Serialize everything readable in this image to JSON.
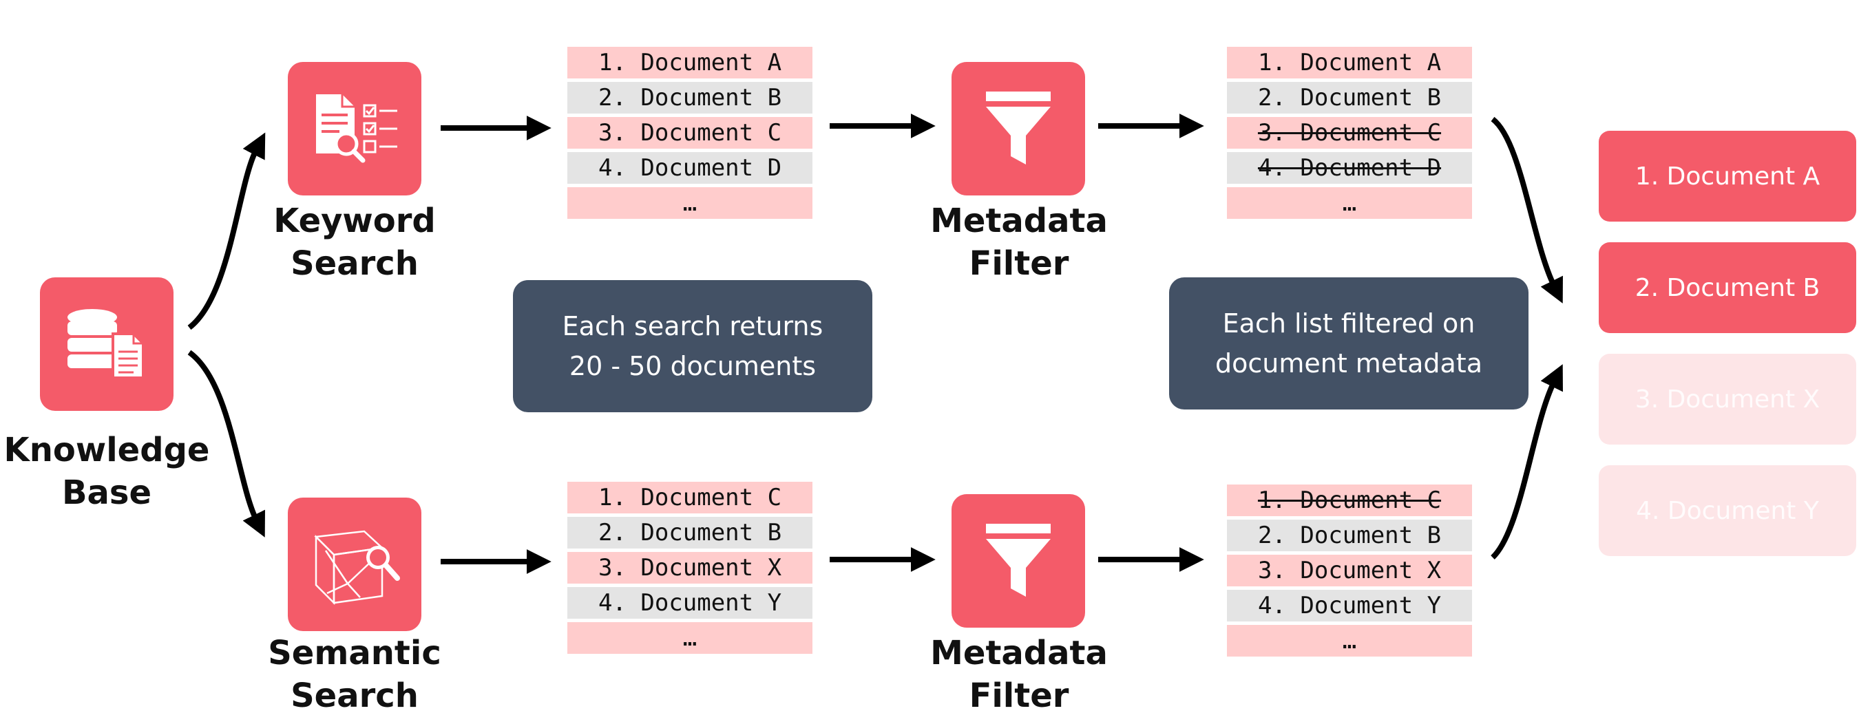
{
  "nodes": {
    "knowledge_base": {
      "line1": "Knowledge",
      "line2": "Base"
    },
    "keyword_search": {
      "line1": "Keyword",
      "line2": "Search"
    },
    "semantic_search": {
      "line1": "Semantic",
      "line2": "Search"
    },
    "filter_top": {
      "line1": "Metadata",
      "line2": "Filter"
    },
    "filter_bottom": {
      "line1": "Metadata",
      "line2": "Filter"
    }
  },
  "lists": {
    "keyword_results": [
      {
        "text": "1. Document A",
        "struck": false
      },
      {
        "text": "2. Document B",
        "struck": false
      },
      {
        "text": "3. Document C",
        "struck": false
      },
      {
        "text": "4. Document D",
        "struck": false
      },
      {
        "text": "…",
        "struck": false
      }
    ],
    "semantic_results": [
      {
        "text": "1. Document C",
        "struck": false
      },
      {
        "text": "2. Document B",
        "struck": false
      },
      {
        "text": "3. Document X",
        "struck": false
      },
      {
        "text": "4. Document Y",
        "struck": false
      },
      {
        "text": "…",
        "struck": false
      }
    ],
    "keyword_filtered": [
      {
        "text": "1. Document A",
        "struck": false
      },
      {
        "text": "2. Document B",
        "struck": false
      },
      {
        "text": "3. Document C",
        "struck": true
      },
      {
        "text": "4. Document D",
        "struck": true
      },
      {
        "text": "…",
        "struck": false
      }
    ],
    "semantic_filtered": [
      {
        "text": "1. Document C",
        "struck": true
      },
      {
        "text": "2. Document B",
        "struck": false
      },
      {
        "text": "3. Document X",
        "struck": false
      },
      {
        "text": "4. Document Y",
        "struck": false
      },
      {
        "text": "…",
        "struck": false
      }
    ]
  },
  "notes": {
    "search": {
      "line1": "Each search returns",
      "line2": "20 - 50 documents"
    },
    "filter": {
      "line1": "Each list filtered on",
      "line2": "document metadata"
    }
  },
  "final_results": [
    {
      "label": "1. Document A",
      "active": true
    },
    {
      "label": "2. Document B",
      "active": true
    },
    {
      "label": "3. Document X",
      "active": false
    },
    {
      "label": "4. Document Y",
      "active": false
    }
  ],
  "icons": {
    "knowledge_base": "database-document-icon",
    "keyword_search": "document-checklist-search-icon",
    "semantic_search": "vector-space-search-icon",
    "filter": "funnel-icon"
  },
  "colors": {
    "accent": "#f45b69",
    "row_pink": "#ffcccc",
    "row_gray": "#e4e4e4",
    "note_bg": "#435165",
    "faded": "#fde5e7"
  }
}
